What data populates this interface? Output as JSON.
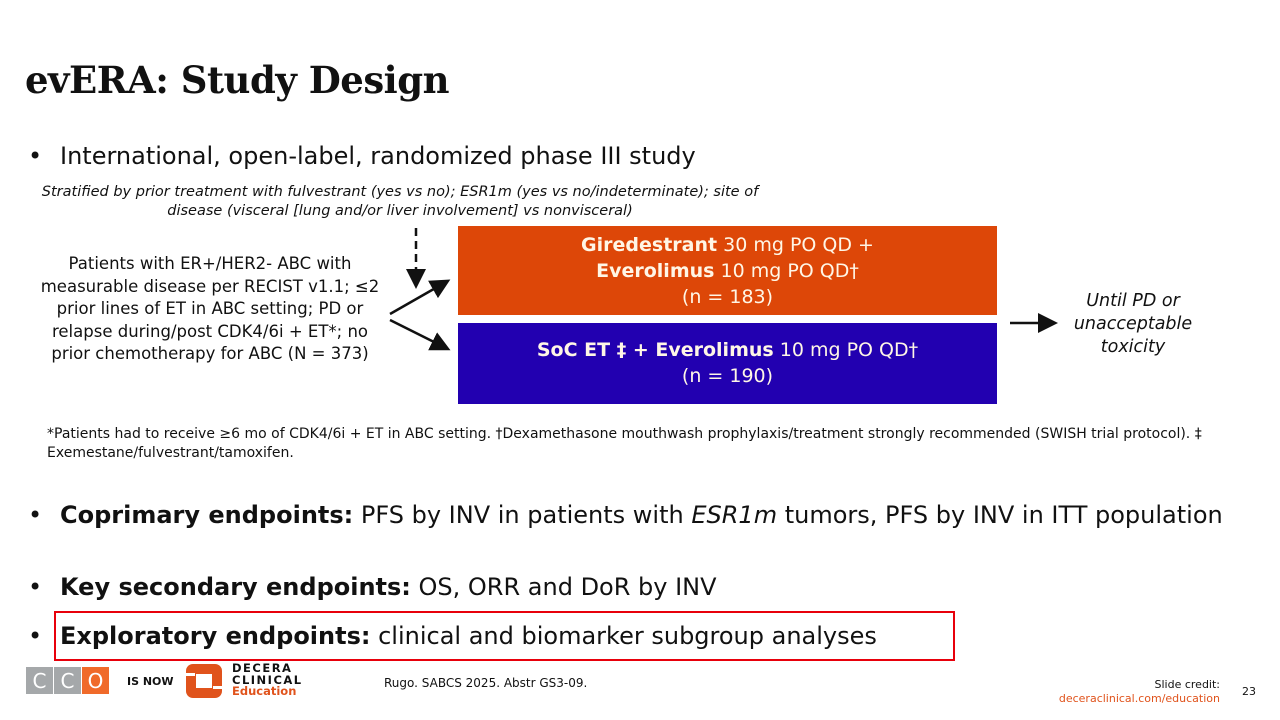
{
  "title": "evERA: Study Design",
  "bullets": {
    "b1": "International, open-label, randomized phase III study",
    "b2_label": "Coprimary endpoints:",
    "b2_text_pre": " PFS by INV in patients with ",
    "b2_italic": "ESR1m",
    "b2_text_post": " tumors, PFS by INV in ITT population",
    "b3_label": "Key secondary endpoints:",
    "b3_text": " OS, ORR and DoR by INV",
    "b4_label": "Exploratory endpoints:",
    "b4_text": " clinical and biomarker subgroup analyses"
  },
  "design": {
    "stratification": "Stratified by prior treatment with fulvestrant (yes vs no); ESR1m (yes vs no/indeterminate); site of disease (visceral [lung and/or liver involvement] vs nonvisceral)",
    "patients": "Patients with ER+/HER2- ABC with measurable disease per RECIST v1.1; ≤2 prior lines of ET in ABC setting; PD or relapse during/post CDK4/6i + ET*; no prior chemotherapy for ABC (N = 373)",
    "armA": {
      "drug1": "Giredestrant",
      "dose1": " 30 mg PO QD +",
      "drug2": "Everolimus",
      "dose2": " 10 mg PO QD†",
      "n": "(n = 183)"
    },
    "armB": {
      "drug1": "SoC ET ‡ + Everolimus",
      "dose1": " 10 mg PO QD†",
      "n": "(n = 190)"
    },
    "until": "Until PD or unacceptable toxicity",
    "colors": {
      "armA": "#DD4708",
      "armB": "#2200B0"
    }
  },
  "footnote": "*Patients had to receive ≥6 mo of CDK4/6i + ET in ABC setting. †Dexamethasone mouthwash prophylaxis/treatment strongly recommended (SWISH trial protocol). ‡ Exemestane/fulvestrant/tamoxifen.",
  "footer": {
    "cco_letters": [
      "C",
      "C",
      "O"
    ],
    "is_now": "IS NOW",
    "decera_line1": "DECERA",
    "decera_line2": "CLINICAL",
    "decera_line3": "Education",
    "reference": "Rugo. SABCS 2025. Abstr GS3-09.",
    "credit_label": "Slide credit:",
    "credit_link": "deceraclinical.com/education",
    "page": "23"
  }
}
